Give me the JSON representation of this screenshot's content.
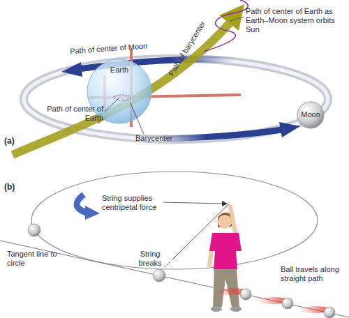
{
  "diagram": {
    "nodes": [
      {
        "text": [
          "Earth"
        ]
      },
      {
        "text": [
          "Moon"
        ]
      }
    ],
    "labels": [
      "(a)",
      "Path of center of Moon",
      "Path of barycenter",
      "Path of center of Earth as Earth–Moon system orbits Sun",
      "Path of center of Earth",
      "Barycenter",
      "(b)",
      "String supplies centripetal force",
      "Tangent line to circle",
      "String breaks",
      "Ball travels along straight path"
    ]
  }
}
